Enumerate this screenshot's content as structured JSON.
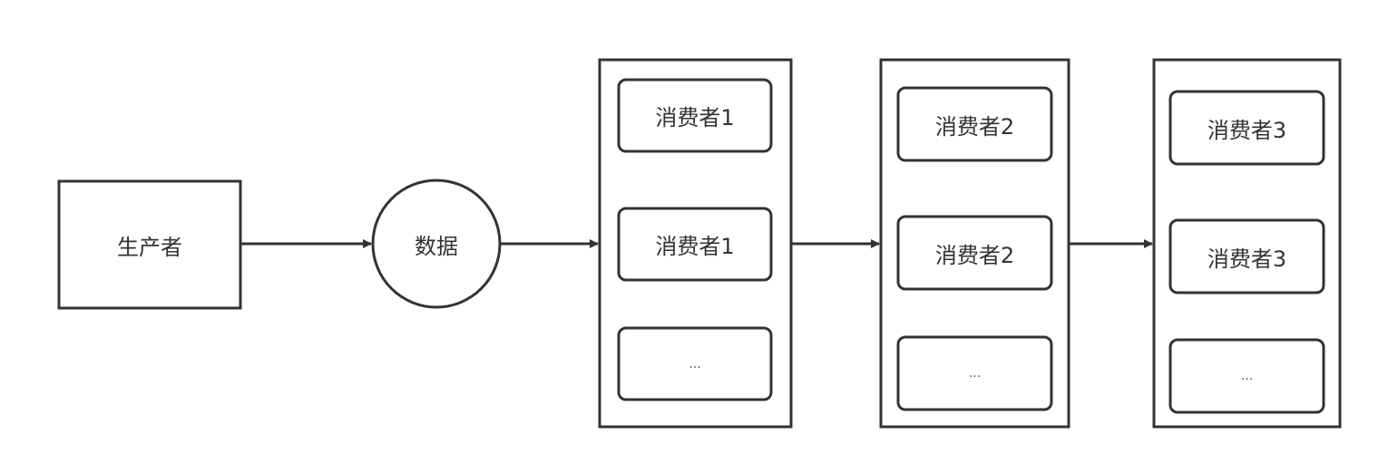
{
  "diagram": {
    "producer": {
      "label": "生产者"
    },
    "data_node": {
      "label": "数据"
    },
    "groups": [
      {
        "items": [
          "消费者1",
          "消费者1",
          "..."
        ]
      },
      {
        "items": [
          "消费者2",
          "消费者2",
          "..."
        ]
      },
      {
        "items": [
          "消费者3",
          "消费者3",
          "..."
        ]
      }
    ]
  },
  "colors": {
    "stroke": "#333333",
    "text": "#333333",
    "background": "#ffffff"
  }
}
